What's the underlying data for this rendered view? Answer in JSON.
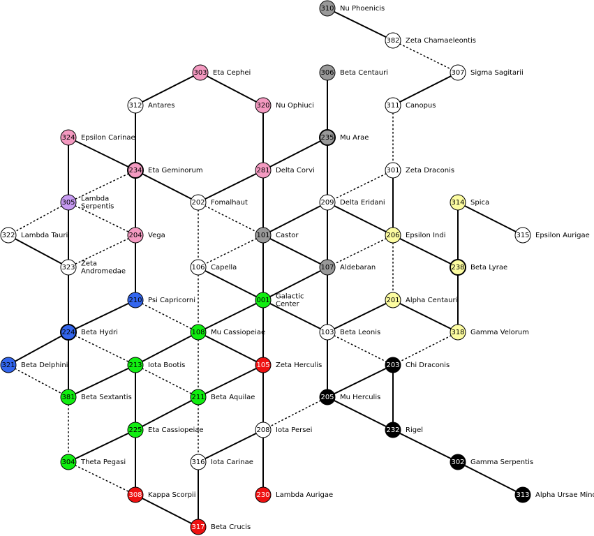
{
  "colors": {
    "white": "#ffffff",
    "gray": "#999999",
    "pink": "#f49ac1",
    "purple": "#c79bf2",
    "blue": "#3366ee",
    "green": "#11ee11",
    "red": "#ee1111",
    "yellow": "#fcfca0",
    "black": "#000000"
  },
  "nodes": [
    {
      "id": "310",
      "label": [
        "Nu Phoenicis"
      ],
      "color": "gray"
    },
    {
      "id": "382",
      "label": [
        "Zeta Chamaeleontis"
      ],
      "color": "white"
    },
    {
      "id": "307",
      "label": [
        "Sigma Sagitarii"
      ],
      "color": "white"
    },
    {
      "id": "306",
      "label": [
        "Beta Centauri"
      ],
      "color": "gray"
    },
    {
      "id": "311",
      "label": [
        "Canopus"
      ],
      "color": "white"
    },
    {
      "id": "235",
      "label": [
        "Mu Arae"
      ],
      "color": "gray",
      "bold": true
    },
    {
      "id": "301",
      "label": [
        "Zeta Draconis"
      ],
      "color": "white"
    },
    {
      "id": "209",
      "label": [
        "Delta Eridani"
      ],
      "color": "white"
    },
    {
      "id": "206",
      "label": [
        "Epsilon Indi"
      ],
      "color": "yellow"
    },
    {
      "id": "314",
      "label": [
        "Spica"
      ],
      "color": "yellow"
    },
    {
      "id": "315",
      "label": [
        "Epsilon Aurigae"
      ],
      "color": "white"
    },
    {
      "id": "238",
      "label": [
        "Beta Lyrae"
      ],
      "color": "yellow",
      "bold": true
    },
    {
      "id": "201",
      "label": [
        "Alpha Centauri"
      ],
      "color": "yellow"
    },
    {
      "id": "318",
      "label": [
        "Gamma Velorum"
      ],
      "color": "yellow"
    },
    {
      "id": "303",
      "label": [
        "Eta Cephei"
      ],
      "color": "pink"
    },
    {
      "id": "312",
      "label": [
        "Antares"
      ],
      "color": "white"
    },
    {
      "id": "320",
      "label": [
        "Nu Ophiuci"
      ],
      "color": "pink"
    },
    {
      "id": "324",
      "label": [
        "Epsilon Carinae"
      ],
      "color": "pink"
    },
    {
      "id": "234",
      "label": [
        "Eta Geminorum"
      ],
      "color": "pink",
      "bold": true
    },
    {
      "id": "281",
      "label": [
        "Delta Corvi"
      ],
      "color": "pink"
    },
    {
      "id": "305",
      "label": [
        "Lambda",
        "Serpentis"
      ],
      "color": "purple"
    },
    {
      "id": "202",
      "label": [
        "Fomalhaut"
      ],
      "color": "white"
    },
    {
      "id": "101",
      "label": [
        "Castor"
      ],
      "color": "gray"
    },
    {
      "id": "322",
      "label": [
        "Lambda Tauri"
      ],
      "color": "white"
    },
    {
      "id": "204",
      "label": [
        "Vega"
      ],
      "color": "pink"
    },
    {
      "id": "323",
      "label": [
        "Zeta",
        "Andromedae"
      ],
      "color": "white"
    },
    {
      "id": "106",
      "label": [
        "Capella"
      ],
      "color": "white"
    },
    {
      "id": "107",
      "label": [
        "Aldebaran"
      ],
      "color": "gray"
    },
    {
      "id": "210",
      "label": [
        "Psi Capricorni"
      ],
      "color": "blue"
    },
    {
      "id": "001",
      "label": [
        "Galactic",
        "Center"
      ],
      "color": "green"
    },
    {
      "id": "224",
      "label": [
        "Beta Hydri"
      ],
      "color": "blue",
      "bold": true
    },
    {
      "id": "108",
      "label": [
        "Mu Cassiopeiae"
      ],
      "color": "green"
    },
    {
      "id": "103",
      "label": [
        "Beta Leonis"
      ],
      "color": "white"
    },
    {
      "id": "321",
      "label": [
        "Beta Delphini"
      ],
      "color": "blue"
    },
    {
      "id": "213",
      "label": [
        "Iota Bootis"
      ],
      "color": "green"
    },
    {
      "id": "105",
      "label": [
        "Zeta Herculis"
      ],
      "color": "red"
    },
    {
      "id": "203",
      "label": [
        "Chi Draconis"
      ],
      "color": "black"
    },
    {
      "id": "381",
      "label": [
        "Beta Sextantis"
      ],
      "color": "green"
    },
    {
      "id": "211",
      "label": [
        "Beta Aquilae"
      ],
      "color": "green"
    },
    {
      "id": "205",
      "label": [
        "Mu Herculis"
      ],
      "color": "black"
    },
    {
      "id": "225",
      "label": [
        "Eta Cassiopeiae"
      ],
      "color": "green"
    },
    {
      "id": "208",
      "label": [
        "Iota Persei"
      ],
      "color": "white"
    },
    {
      "id": "232",
      "label": [
        "Rigel"
      ],
      "color": "black"
    },
    {
      "id": "304",
      "label": [
        "Theta Pegasi"
      ],
      "color": "green"
    },
    {
      "id": "316",
      "label": [
        "Iota Carinae"
      ],
      "color": "white"
    },
    {
      "id": "302",
      "label": [
        "Gamma Serpentis"
      ],
      "color": "black"
    },
    {
      "id": "308",
      "label": [
        "Kappa Scorpii"
      ],
      "color": "red"
    },
    {
      "id": "230",
      "label": [
        "Lambda Aurigae"
      ],
      "color": "red"
    },
    {
      "id": "313",
      "label": [
        "Alpha Ursae Minoris"
      ],
      "color": "black"
    },
    {
      "id": "317",
      "label": [
        "Beta Crucis"
      ],
      "color": "red"
    }
  ],
  "edges": [
    [
      "310",
      "382",
      "solid"
    ],
    [
      "382",
      "307",
      "dotted"
    ],
    [
      "307",
      "311",
      "solid"
    ],
    [
      "311",
      "301",
      "dotted"
    ],
    [
      "306",
      "235",
      "solid"
    ],
    [
      "235",
      "209",
      "solid"
    ],
    [
      "235",
      "281",
      "solid"
    ],
    [
      "301",
      "209",
      "dotted"
    ],
    [
      "301",
      "206",
      "solid"
    ],
    [
      "209",
      "206",
      "solid"
    ],
    [
      "209",
      "101",
      "solid"
    ],
    [
      "209",
      "107",
      "solid"
    ],
    [
      "206",
      "107",
      "dotted"
    ],
    [
      "206",
      "238",
      "solid"
    ],
    [
      "206",
      "201",
      "dotted"
    ],
    [
      "314",
      "315",
      "solid"
    ],
    [
      "314",
      "238",
      "solid"
    ],
    [
      "238",
      "318",
      "solid"
    ],
    [
      "201",
      "318",
      "solid"
    ],
    [
      "201",
      "103",
      "solid"
    ],
    [
      "318",
      "203",
      "dotted"
    ],
    [
      "303",
      "312",
      "solid"
    ],
    [
      "303",
      "320",
      "solid"
    ],
    [
      "312",
      "234",
      "solid"
    ],
    [
      "320",
      "281",
      "solid"
    ],
    [
      "324",
      "234",
      "solid"
    ],
    [
      "324",
      "305",
      "solid"
    ],
    [
      "234",
      "305",
      "dotted"
    ],
    [
      "234",
      "204",
      "solid"
    ],
    [
      "234",
      "202",
      "solid"
    ],
    [
      "281",
      "202",
      "solid"
    ],
    [
      "281",
      "101",
      "solid"
    ],
    [
      "202",
      "101",
      "dotted"
    ],
    [
      "202",
      "106",
      "dotted"
    ],
    [
      "305",
      "204",
      "dotted"
    ],
    [
      "305",
      "322",
      "dotted"
    ],
    [
      "305",
      "323",
      "solid"
    ],
    [
      "322",
      "323",
      "solid"
    ],
    [
      "204",
      "323",
      "dotted"
    ],
    [
      "204",
      "210",
      "solid"
    ],
    [
      "101",
      "106",
      "dotted"
    ],
    [
      "101",
      "107",
      "solid"
    ],
    [
      "101",
      "001",
      "solid"
    ],
    [
      "323",
      "224",
      "solid"
    ],
    [
      "106",
      "001",
      "solid"
    ],
    [
      "106",
      "108",
      "dotted"
    ],
    [
      "107",
      "001",
      "solid"
    ],
    [
      "107",
      "103",
      "solid"
    ],
    [
      "210",
      "224",
      "solid"
    ],
    [
      "210",
      "108",
      "dotted"
    ],
    [
      "001",
      "108",
      "solid"
    ],
    [
      "001",
      "103",
      "solid"
    ],
    [
      "001",
      "105",
      "solid"
    ],
    [
      "224",
      "321",
      "solid"
    ],
    [
      "224",
      "381",
      "solid"
    ],
    [
      "224",
      "213",
      "dotted"
    ],
    [
      "108",
      "213",
      "solid"
    ],
    [
      "108",
      "105",
      "solid"
    ],
    [
      "108",
      "211",
      "dotted"
    ],
    [
      "103",
      "205",
      "solid"
    ],
    [
      "103",
      "203",
      "dotted"
    ],
    [
      "321",
      "381",
      "dotted"
    ],
    [
      "213",
      "381",
      "solid"
    ],
    [
      "213",
      "211",
      "dotted"
    ],
    [
      "213",
      "225",
      "solid"
    ],
    [
      "105",
      "211",
      "solid"
    ],
    [
      "105",
      "230",
      "solid"
    ],
    [
      "203",
      "205",
      "solid"
    ],
    [
      "203",
      "232",
      "solid"
    ],
    [
      "381",
      "304",
      "dotted"
    ],
    [
      "211",
      "225",
      "solid"
    ],
    [
      "211",
      "316",
      "dotted"
    ],
    [
      "205",
      "208",
      "dotted"
    ],
    [
      "205",
      "232",
      "solid"
    ],
    [
      "225",
      "304",
      "solid"
    ],
    [
      "225",
      "308",
      "solid"
    ],
    [
      "208",
      "316",
      "solid"
    ],
    [
      "208",
      "230",
      "solid"
    ],
    [
      "232",
      "302",
      "solid"
    ],
    [
      "304",
      "308",
      "dotted"
    ],
    [
      "316",
      "317",
      "solid"
    ],
    [
      "308",
      "317",
      "solid"
    ],
    [
      "302",
      "313",
      "solid"
    ]
  ]
}
